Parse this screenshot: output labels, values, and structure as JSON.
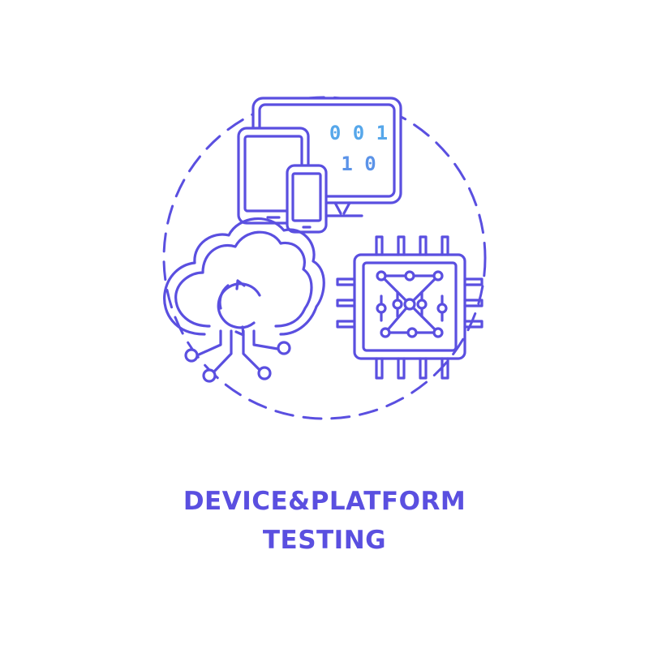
{
  "title": {
    "line1": "DEVICE&PLATFORM",
    "line2": "TESTING"
  },
  "binary_display": {
    "row1": "0 0 1",
    "row2": "1 0"
  },
  "icons": {
    "devices": "devices-icon",
    "cloud_sync": "cloud-sync-icon",
    "processor": "cpu-chip-icon",
    "circle": "dashed-circle-frame"
  },
  "colors": {
    "gradient_top": "#4fb6ee",
    "gradient_bottom": "#5a4fe0",
    "text": "#5a4fe0"
  }
}
